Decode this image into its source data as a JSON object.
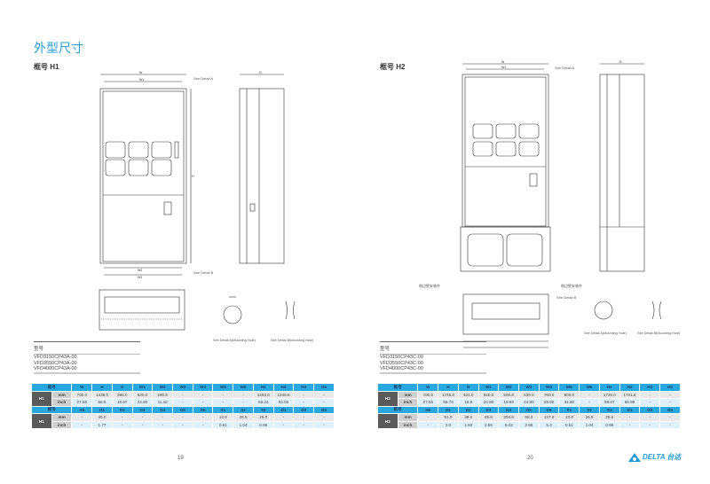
{
  "page_title": "外型尺寸",
  "left": {
    "frame_title": "框号 H1",
    "callouts": [
      "See Detail A",
      "See Detail B",
      "See Detail A(Mounting Hole)",
      "See Detail B(Mounting Hole)"
    ],
    "model_header": "型号",
    "models": [
      "VFD3150CP43A-00",
      "VFD3550CP43A-00",
      "VFD4000CP43A-00"
    ],
    "page_number": "19",
    "table": {
      "header1": [
        "框号",
        "W",
        "H",
        "D",
        "W1",
        "W2",
        "W3",
        "W4",
        "W5",
        "W6",
        "H1",
        "H2",
        "H3",
        "H4"
      ],
      "frame": "H1",
      "rows1": [
        [
          "mm",
          "700.0",
          "1435.0",
          "398.0",
          "630.0",
          "290.0",
          "-",
          "-",
          "-",
          "-",
          "1403.0",
          "1346.6",
          "-",
          "-"
        ],
        [
          "inch",
          "27.56",
          "56.5",
          "15.67",
          "24.80",
          "11.42",
          "-",
          "-",
          "-",
          "-",
          "55.24",
          "53.02",
          "-",
          "-"
        ]
      ],
      "header2": [
        "框号",
        "H5",
        "D1",
        "D2",
        "D3",
        "D4",
        "D5",
        "D6",
        "S1",
        "S2",
        "S3",
        "Ø1",
        "Ø2",
        "Ø3"
      ],
      "rows2": [
        [
          "mm",
          "-",
          "45.0",
          "-",
          "-",
          "-",
          "-",
          "-",
          "13.0",
          "26.5",
          "25.0",
          "-",
          "-",
          "-"
        ],
        [
          "inch",
          "-",
          "1.77",
          "-",
          "-",
          "-",
          "-",
          "-",
          "0.51",
          "1.04",
          "0.98",
          "-",
          "-",
          "-"
        ]
      ]
    }
  },
  "right": {
    "frame_title": "框号 H2",
    "callouts": [
      "See Detail A",
      "See Detail B",
      "侧边壁安装件",
      "侧边壁安装件",
      "See Detail A(Mounting Hole)",
      "See Detail B(Mounting Hole)"
    ],
    "model_header": "型号",
    "models": [
      "VFD3150CP43C-00",
      "VFD3550CP43C-00",
      "VFD4000CP43C-00"
    ],
    "page_number": "20",
    "table": {
      "header1": [
        "框号",
        "W",
        "H",
        "D",
        "W1",
        "W2",
        "W3",
        "W4",
        "W5",
        "W6",
        "H1",
        "H2",
        "H3",
        "H4"
      ],
      "frame": "H2",
      "rows1": [
        [
          "mm",
          "700.0",
          "1745.0",
          "404.0",
          "630.0",
          "500.0",
          "630.0",
          "760.0",
          "800.0",
          "-",
          "1729.0",
          "1701.6",
          "-",
          "-"
        ],
        [
          "inch",
          "27.56",
          "68.70",
          "15.9",
          "24.80",
          "19.69",
          "24.80",
          "29.92",
          "31.50",
          "-",
          "68.07",
          "66.99",
          "-",
          "-"
        ]
      ],
      "header2": [
        "框号",
        "H5",
        "D1",
        "D2",
        "D3",
        "D4",
        "D5",
        "D6",
        "S1",
        "S2",
        "S3",
        "Ø1",
        "Ø2",
        "Ø3"
      ],
      "rows2": [
        [
          "mm",
          "-",
          "51.0",
          "38.0",
          "65.0",
          "204.0",
          "68.0",
          "137.0",
          "13.0",
          "26.5",
          "25.0",
          "-",
          "-",
          "-"
        ],
        [
          "inch",
          "-",
          "2.0",
          "1.50",
          "2.56",
          "8.03",
          "2.68",
          "5.4",
          "0.51",
          "1.04",
          "0.98",
          "-",
          "-",
          "-"
        ]
      ]
    }
  },
  "brand": {
    "logo_text": "DELTA 台达",
    "color": "#1f9ad6"
  },
  "colors": {
    "accent": "#29a8df",
    "title": "#2a9fd6"
  }
}
